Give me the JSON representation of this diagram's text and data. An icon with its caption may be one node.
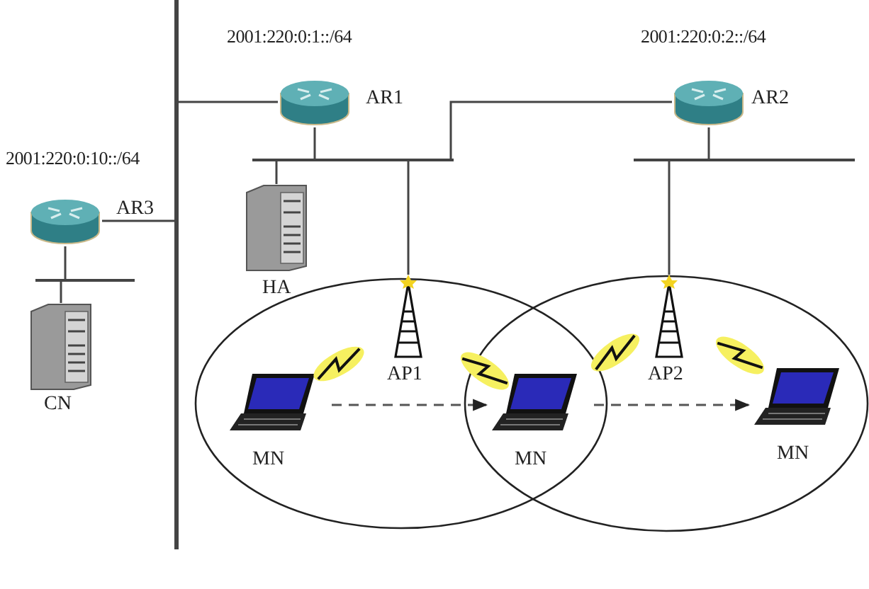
{
  "diagram": {
    "nodes": [
      {
        "text": [],
        "shape": "bar"
      },
      {
        "text": [
          "AR1"
        ],
        "beside": [
          "2001:220:0:1::/64"
        ]
      },
      {
        "text": [],
        "shape": "bar"
      },
      {
        "text": [
          "HA"
        ]
      },
      {
        "text": [
          "AP1"
        ]
      },
      {
        "text": [
          "AR2"
        ],
        "beside": [
          "2001:220:0:2::/64"
        ]
      },
      {
        "text": [],
        "shape": "bar"
      },
      {
        "text": [
          "AP2"
        ]
      },
      {
        "text": [
          "AR3"
        ],
        "beside": [
          "2001:220:0:10::/64"
        ]
      },
      {
        "text": [],
        "shape": "bar"
      },
      {
        "text": [
          "CN"
        ]
      },
      {
        "text": [
          "MN"
        ]
      },
      {
        "text": [
          "MN"
        ]
      },
      {
        "text": [
          "MN"
        ]
      }
    ],
    "edges": [
      {
        "from": 1,
        "to": 0,
        "arrow": "none"
      },
      {
        "from": 1,
        "to": 2,
        "arrow": "none"
      },
      {
        "from": 2,
        "to": 3,
        "arrow": "none"
      },
      {
        "from": 2,
        "to": 4,
        "arrow": "none"
      },
      {
        "from": 5,
        "to": 2,
        "arrow": "none"
      },
      {
        "from": 5,
        "to": 6,
        "arrow": "none"
      },
      {
        "from": 6,
        "to": 7,
        "arrow": "none"
      },
      {
        "from": 8,
        "to": 0,
        "arrow": "none"
      },
      {
        "from": 8,
        "to": 9,
        "arrow": "none"
      },
      {
        "from": 9,
        "to": 10,
        "arrow": "none"
      },
      {
        "from": 11,
        "to": 12,
        "arrow": "to",
        "style": "dashed"
      },
      {
        "from": 12,
        "to": 13,
        "arrow": "to",
        "style": "dashed"
      }
    ]
  }
}
